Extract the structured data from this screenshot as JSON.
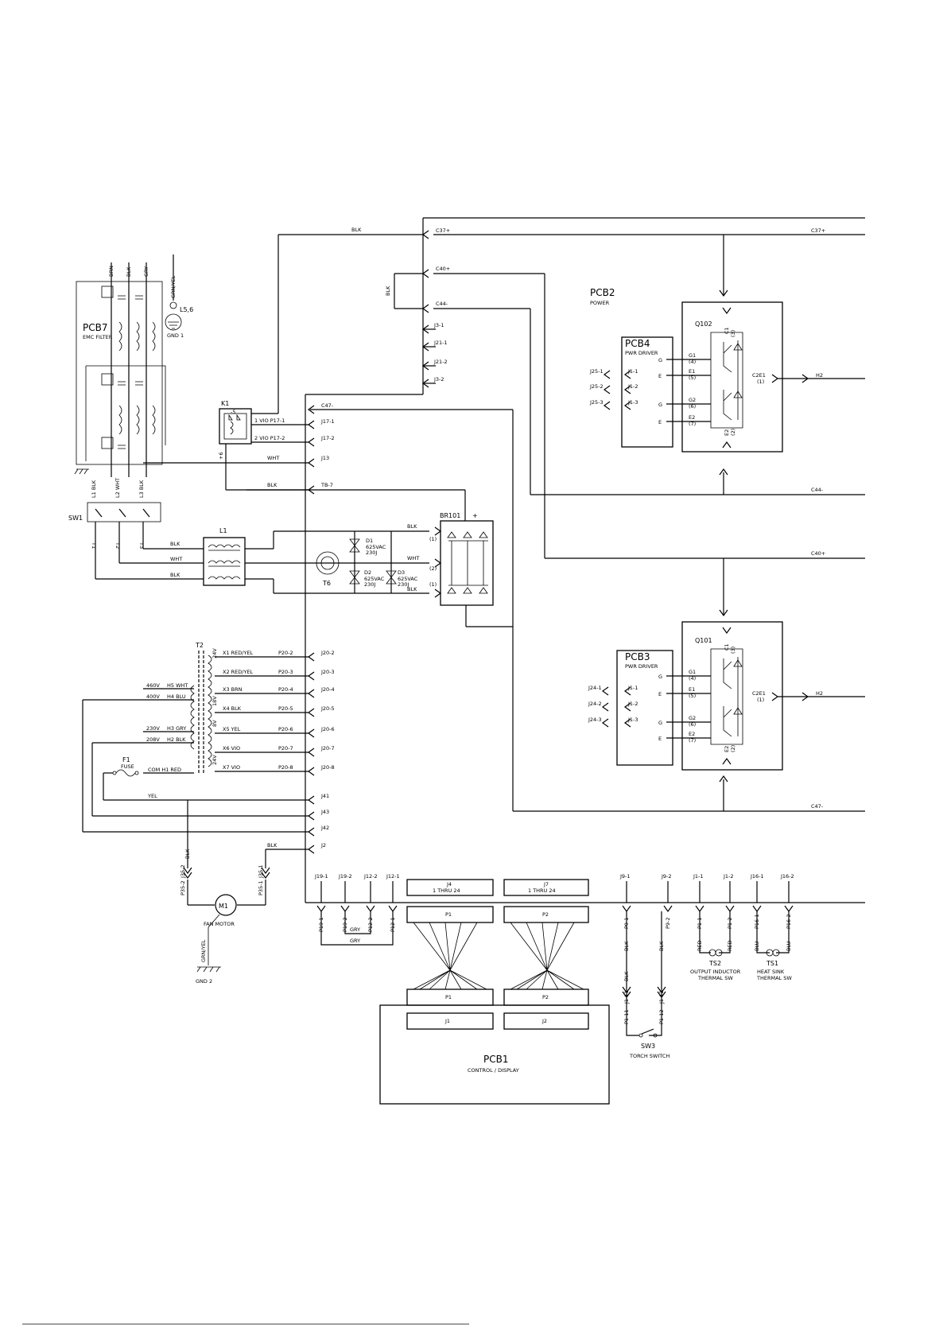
{
  "blocks": {
    "pcb2": {
      "name": "PCB2",
      "desc": "POWER"
    },
    "pcb4": {
      "name": "PCB4",
      "desc": "PWR DRIVER"
    },
    "pcb3": {
      "name": "PCB3",
      "desc": "PWR DRIVER"
    },
    "pcb7": {
      "name": "PCB7",
      "desc": "EMC FILTER"
    },
    "pcb1": {
      "name": "PCB1",
      "desc": "CONTROL / DISPLAY"
    },
    "q102": "Q102",
    "q101": "Q101",
    "k1": "K1",
    "sw1": "SW1",
    "l1": "L1",
    "t2": "T2",
    "t6": "T6",
    "br101": "BR101",
    "fuse_ref": "F1",
    "fuse_label": "FUSE",
    "motor_ref": "M1",
    "motor_label": "FAN MOTOR",
    "gnd1": "GND 1",
    "gnd2": "GND 2",
    "l56": "L5,6",
    "sw3": "SW3",
    "sw3_label": "TORCH SWITCH",
    "ts2": "TS2",
    "ts2_label1": "OUTPUT INDUCTOR",
    "ts2_label2": "THERMAL SW",
    "ts1": "TS1",
    "ts1_label1": "HEAT SINK",
    "ts1_label2": "THERMAL SW"
  },
  "bus": {
    "c37": "C37+",
    "c40": "C40+",
    "c44": "C44-",
    "c47": "C47-",
    "h2": "H2",
    "tb7": "TB-7",
    "j13": "J13"
  },
  "wires": {
    "blk": "BLK",
    "wht": "WHT",
    "yel": "YEL",
    "gry": "GRY",
    "brn": "BRN",
    "grn_yel": "GRN/YEL",
    "red": "RED",
    "blu": "BLU"
  },
  "connectors": {
    "j3_1": "J3-1",
    "j21_1": "J21-1",
    "j21_2": "J21-2",
    "j3_2": "J3-2",
    "j17_1": "J17-1",
    "j17_2": "J17-2",
    "k1_p1": "1   VIO  P17-1",
    "k1_p2": "2   VIO  P17-2",
    "k1_pin5": "-5",
    "k1_pin6": "+6",
    "j41": "J41",
    "j43": "J43",
    "j42": "J42",
    "j2": "J2",
    "j19_1": "J19-1",
    "j19_2": "J19-2",
    "j12_2": "J12-2",
    "j12_1": "J12-1",
    "p19_1": "P19-1",
    "p19_2": "P19-2",
    "p12_2": "P12-2",
    "p12_1": "P12-1",
    "j4": "J4",
    "j7": "J7",
    "thru": "1 THRU 24",
    "p1": "P1",
    "p2": "P2",
    "j1": "J1",
    "j2b": "J2",
    "j9_1": "J9-1",
    "j9_2": "J9-2",
    "p9_1": "P9-1",
    "p9_2": "P9-2",
    "j1_1": "J1-1",
    "j1_2": "J1-2",
    "p1_1": "P1-1",
    "p1_2": "P1-2",
    "j16_1": "J16-1",
    "j16_2": "J16-2",
    "p16_1": "P16-1",
    "p16_2": "P16-2",
    "j1_11": "J1-11",
    "j1_12": "J1-12",
    "p1_11": "P1-11",
    "p1_12": "P1-12",
    "j35_2": "J35-2",
    "j35_1": "J35-1",
    "p35_2": "P35-2",
    "p35_1": "P35-1",
    "br_in1": "(1)",
    "br_in2": "(2)"
  },
  "pcb4_rows": [
    {
      "jack": "J25-1",
      "pin": "J1-1",
      "sig": "G1",
      "num": "(4)",
      "term": "G"
    },
    {
      "jack": "J25-2",
      "pin": "J1-2",
      "sig": "E1",
      "num": "(5)",
      "term": "E"
    },
    {
      "jack": "J25-3",
      "pin": "J1-3",
      "sig": "G2",
      "num": "(6)",
      "term": "G"
    },
    {
      "jack": "",
      "pin": "",
      "sig": "E2",
      "num": "(7)",
      "term": "E"
    }
  ],
  "pcb3_rows": [
    {
      "jack": "J24-1",
      "pin": "J1-1",
      "sig": "G1",
      "num": "(4)",
      "term": "G"
    },
    {
      "jack": "J24-2",
      "pin": "J1-2",
      "sig": "E1",
      "num": "(5)",
      "term": "E"
    },
    {
      "jack": "J24-3",
      "pin": "J1-3",
      "sig": "G2",
      "num": "(6)",
      "term": "G"
    },
    {
      "jack": "",
      "pin": "",
      "sig": "E2",
      "num": "(7)",
      "term": "E"
    }
  ],
  "igbt": {
    "c1": "C1",
    "c1n": "(3)",
    "c2e1": "C2E1",
    "c2e1n": "(1)",
    "e2": "E2",
    "e2n": "(2)"
  },
  "mov": [
    {
      "ref": "D1",
      "v": "625VAC",
      "j": "230J"
    },
    {
      "ref": "D2",
      "v": "625VAC",
      "j": "230J"
    },
    {
      "ref": "D3",
      "v": "625VAC",
      "j": "230J"
    }
  ],
  "t2_primary": [
    {
      "v": "460V",
      "tap": "H5 WHT"
    },
    {
      "v": "400V",
      "tap": "H4 BLU"
    },
    {
      "v": "230V",
      "tap": "H3 GRY"
    },
    {
      "v": "208V",
      "tap": "H2 BLK"
    },
    {
      "v": "",
      "tap": "COM   H1 RED"
    }
  ],
  "t2_secondary": [
    {
      "tap": "X1  RED/YEL",
      "plug": "P20-2",
      "jack": "J20-2"
    },
    {
      "tap": "X2  RED/YEL",
      "plug": "P20-3",
      "jack": "J20-3"
    },
    {
      "tap": "X3  BRN",
      "plug": "P20-4",
      "jack": "J20-4"
    },
    {
      "tap": "X4  BLK",
      "plug": "P20-5",
      "jack": "J20-5"
    },
    {
      "tap": "X5  YEL",
      "plug": "P20-6",
      "jack": "J20-6"
    },
    {
      "tap": "X6  VIO",
      "plug": "P20-7",
      "jack": "J20-7"
    },
    {
      "tap": "X7  VIO",
      "plug": "P20-8",
      "jack": "J20-8"
    }
  ],
  "t2_windings": [
    "24V",
    "18V",
    "8V",
    "24V"
  ],
  "sw1_poles": [
    {
      "top": "L1 BLK",
      "bot": "T1"
    },
    {
      "top": "L2 WHT",
      "bot": "T2"
    },
    {
      "top": "L3 BLK",
      "bot": "T3"
    }
  ]
}
